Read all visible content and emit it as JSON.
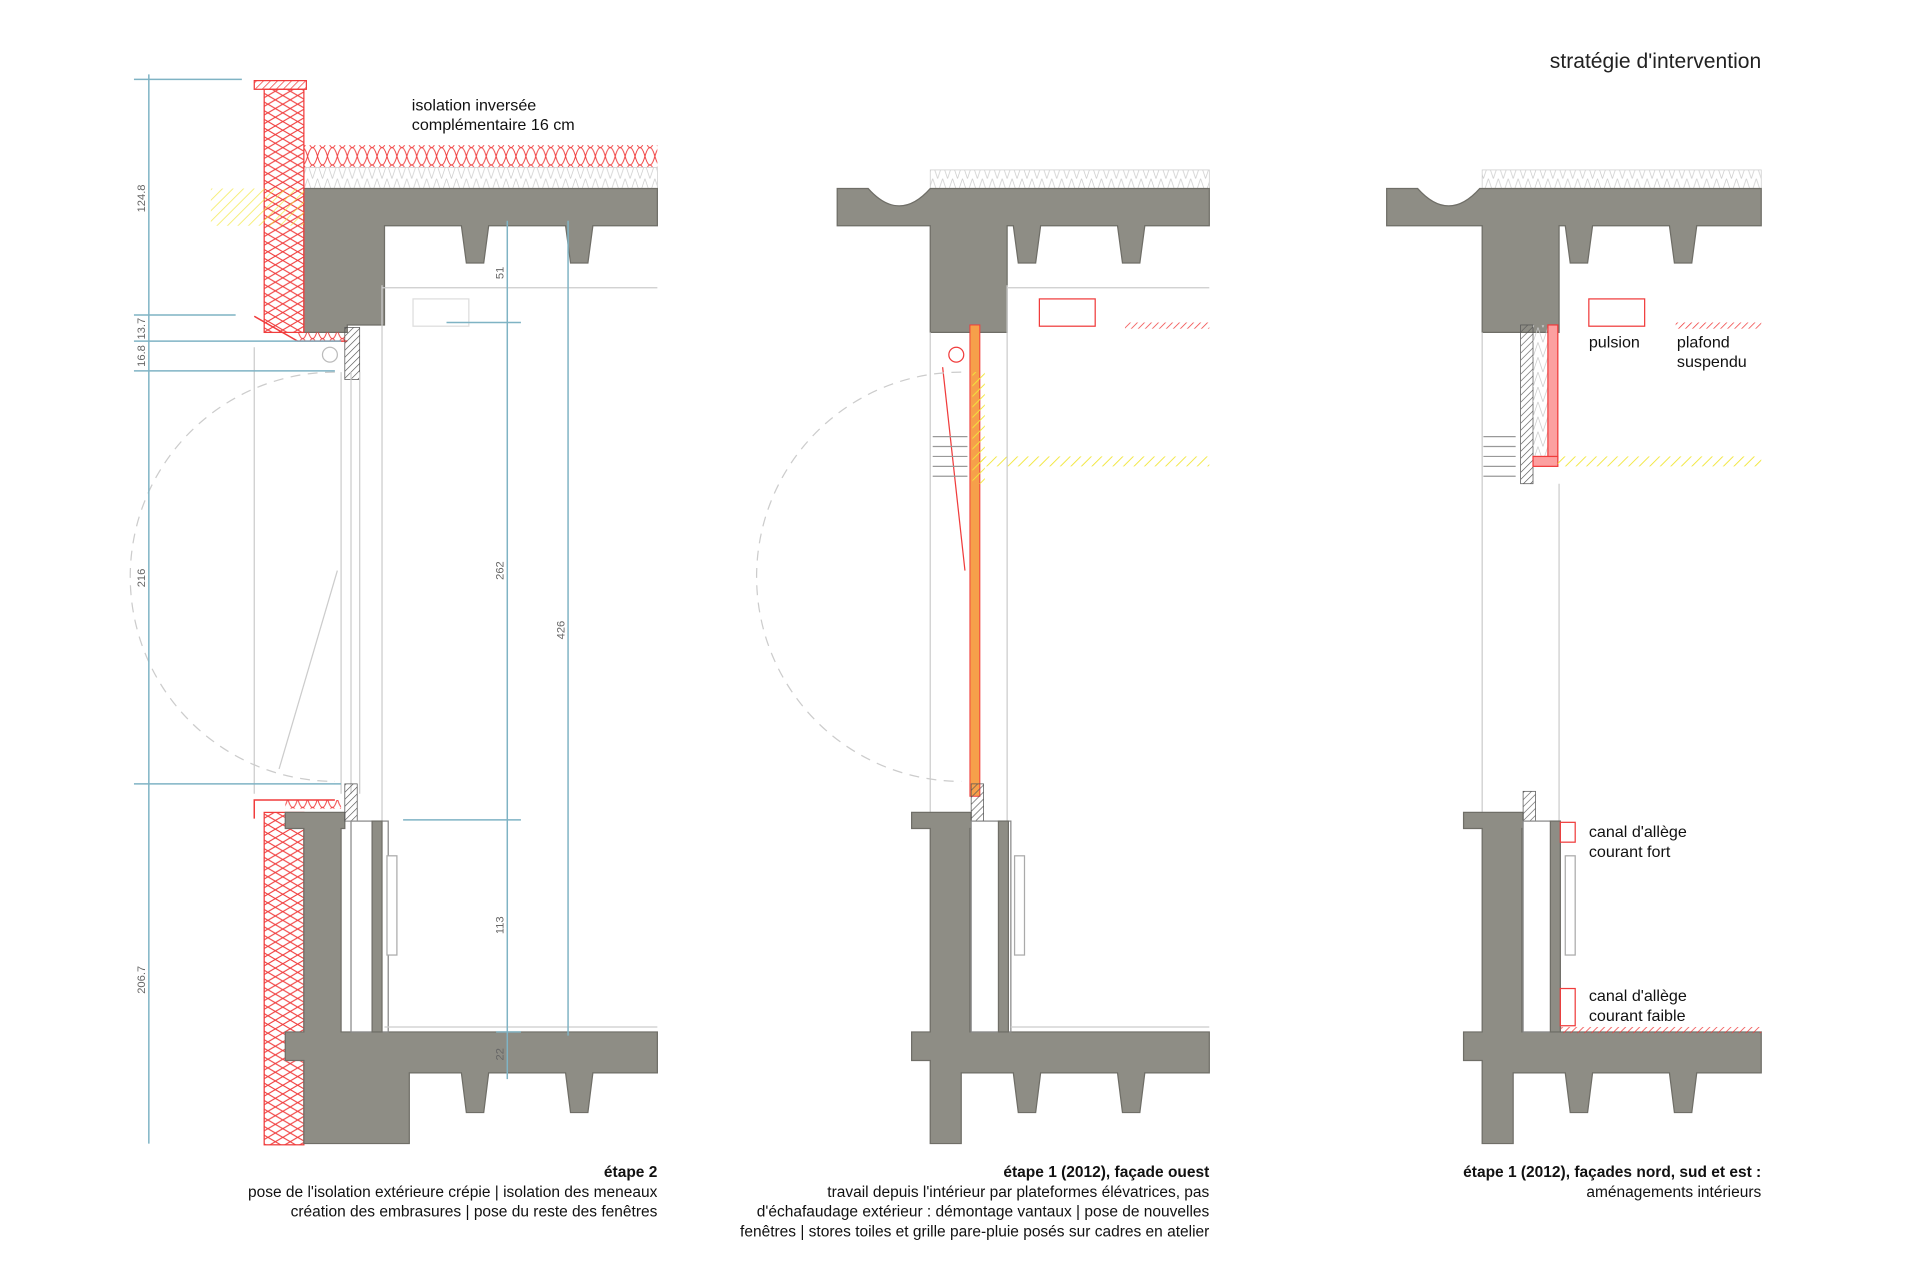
{
  "title": "stratégie d'intervention",
  "panels": [
    {
      "caption_title": "étape 2",
      "caption_lines": [
        "pose de l'isolation extérieure  crépie | isolation des meneaux",
        "création des embrasures | pose du reste des fenêtres"
      ],
      "annotation": [
        "isolation inversée",
        "complémentaire 16 cm"
      ],
      "dimensions": [
        "124.8",
        "13.7",
        "16.8",
        "216",
        "206.7",
        "51",
        "262",
        "113",
        "22",
        "426"
      ]
    },
    {
      "caption_title": "étape 1 (2012), façade ouest",
      "caption_lines": [
        "travail depuis l'intérieur par plateformes élévatrices, pas",
        "d'échafaudage extérieur : démontage vantaux | pose de nouvelles",
        "fenêtres | stores toiles et grille pare-pluie posés sur cadres en atelier"
      ]
    },
    {
      "caption_title": "étape 1 (2012), façades nord, sud et est :",
      "caption_lines": [
        "aménagements intérieurs"
      ],
      "labels": {
        "pulsion": "pulsion",
        "plafond": [
          "plafond",
          "suspendu"
        ],
        "canal_fort": [
          "canal d'allège",
          "courant fort"
        ],
        "canal_faible": [
          "canal d'allège",
          "courant faible"
        ]
      }
    }
  ],
  "colors": {
    "concrete": "#8e8d85",
    "insulation": "#f03c3c",
    "dimension": "#7fb3c4",
    "existing_insulation": "#f5ef3a"
  }
}
